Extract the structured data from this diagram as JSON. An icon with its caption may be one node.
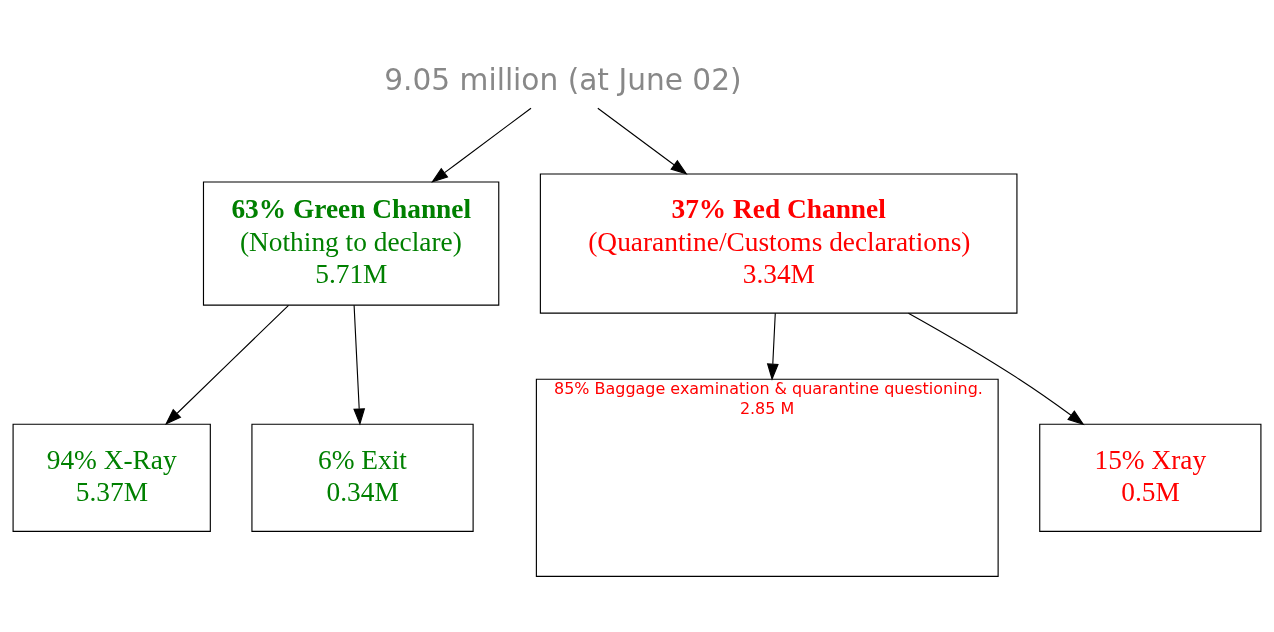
{
  "diagram": {
    "nodes": [
      {
        "text": [
          "9.05 million (at June 02)"
        ]
      },
      {
        "text": [
          "63% Green Channel",
          "(Nothing to declare)",
          "5.71M"
        ]
      },
      {
        "text": [
          "37% Red Channel",
          "(Quarantine/Customs declarations)",
          "3.34M"
        ]
      },
      {
        "text": [
          "94% X-Ray",
          "5.37M"
        ]
      },
      {
        "text": [
          "6% Exit",
          "0.34M"
        ]
      },
      {
        "text": [
          "85% Baggage examination & quarantine questioning.",
          "2.85 M"
        ]
      },
      {
        "text": [
          "15% Xray",
          "0.5M"
        ]
      }
    ],
    "edges": [
      {
        "from": 0,
        "to": 1,
        "arrow": "to"
      },
      {
        "from": 0,
        "to": 2,
        "arrow": "to"
      },
      {
        "from": 1,
        "to": 3,
        "arrow": "to"
      },
      {
        "from": 1,
        "to": 4,
        "arrow": "to"
      },
      {
        "from": 2,
        "to": 5,
        "arrow": "to"
      },
      {
        "from": 2,
        "to": 6,
        "arrow": "to"
      }
    ]
  }
}
